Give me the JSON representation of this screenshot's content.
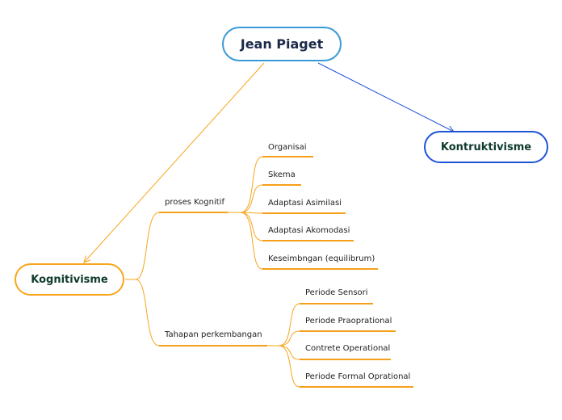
{
  "root": {
    "label": "Jean Piaget",
    "color": "#3a9ad9"
  },
  "branches": {
    "konstruktivisme": {
      "label": "Kontruktivisme",
      "color": "#1f54d6"
    },
    "kognitivisme": {
      "label": "Kognitivisme",
      "color": "#f7a51c"
    }
  },
  "subtopics": {
    "proses": {
      "label": "proses Kognitif",
      "items": [
        "Organisai",
        "Skema",
        "Adaptasi Asimilasi",
        "Adaptasi Akomodasi",
        "Keseimbngan (equilibrum)"
      ]
    },
    "tahapan": {
      "label": "Tahapan perkembangan",
      "items": [
        "Periode Sensori",
        "Periode Praoprational",
        "Contrete Operational",
        "Periode Formal Oprational"
      ]
    }
  },
  "colors": {
    "branch_line": "#f7a51c",
    "underline": "#f59f1a",
    "link_blue": "#1f54d6"
  }
}
